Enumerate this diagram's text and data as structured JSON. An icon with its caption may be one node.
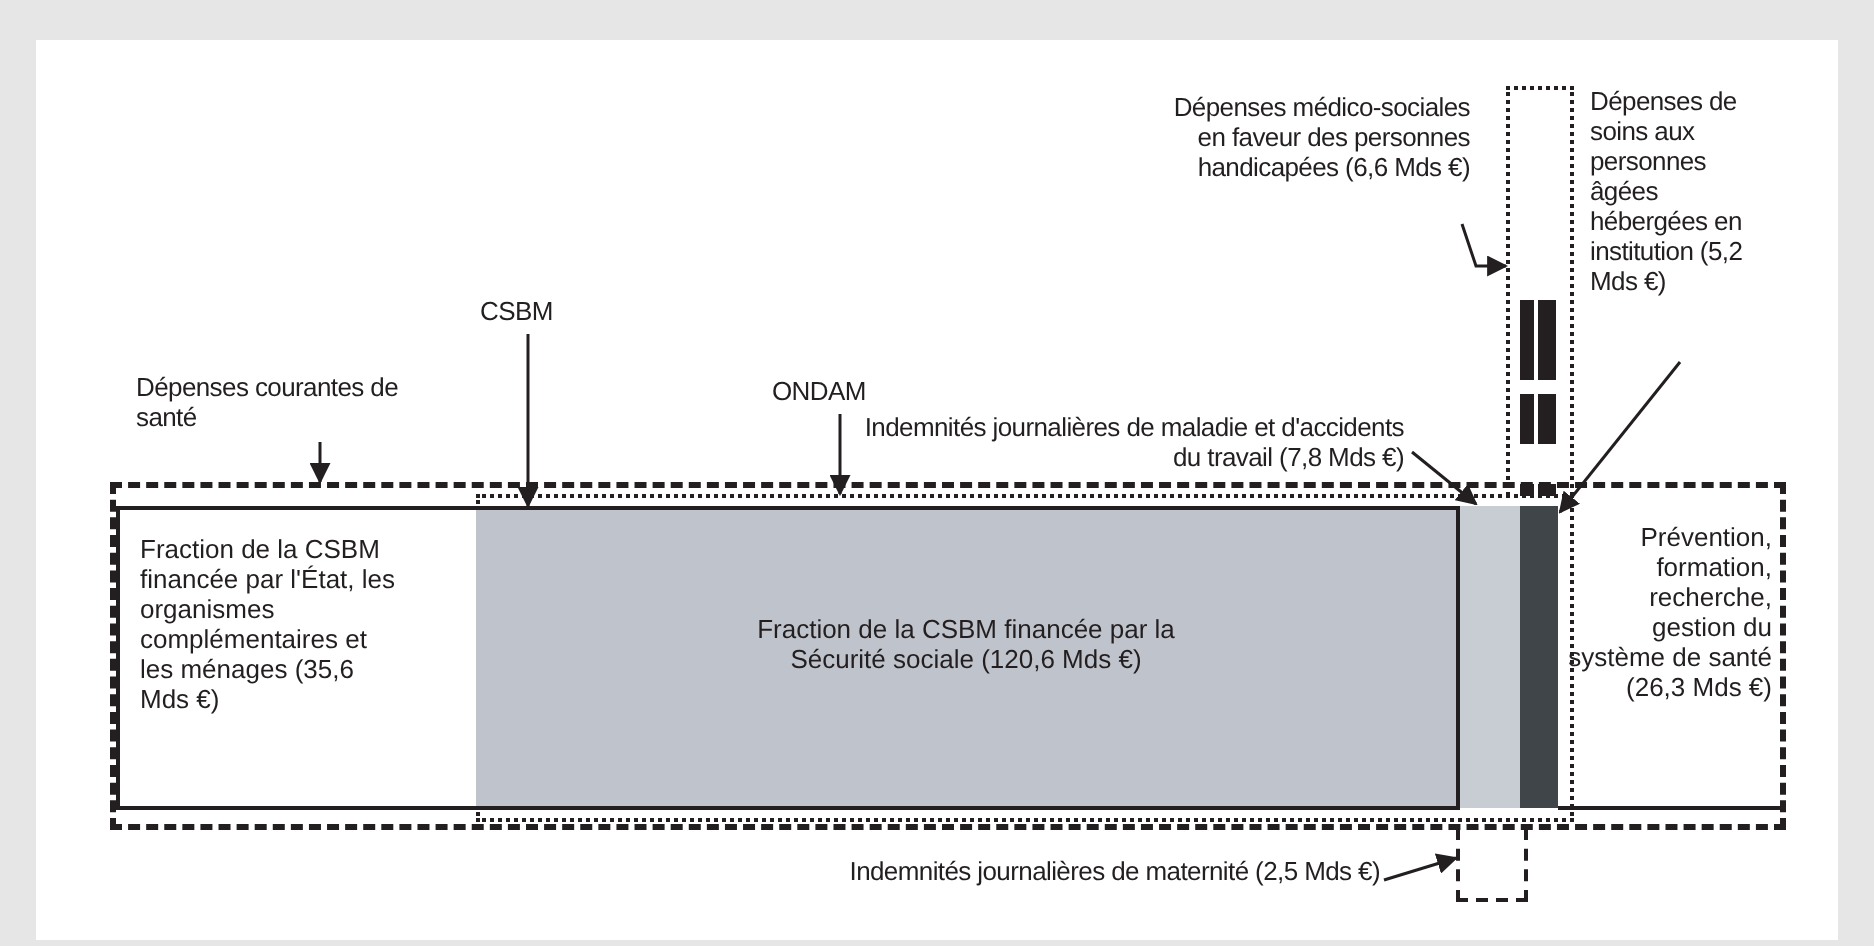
{
  "diagram": {
    "nodes": [
      {
        "text": [
          "Dépenses courantes de santé"
        ]
      },
      {
        "text": [
          "CSBM"
        ]
      },
      {
        "text": [
          "ONDAM"
        ]
      },
      {
        "text": [
          "Dépenses médico-sociales en faveur des personnes handicapées (6,6 Mds €)"
        ]
      },
      {
        "text": [
          "Dépenses de soins aux personnes âgées hébergées en institution (5,2 Mds €)"
        ]
      },
      {
        "text": [
          "Indemnités journalières de maladie et d'accidents du travail (7,8 Mds €)"
        ]
      },
      {
        "text": [
          "Indemnités journalières de maternité (2,5 Mds €)"
        ]
      },
      {
        "text": [],
        "shape": "box"
      },
      {
        "text": [],
        "shape": "box",
        "in": 7
      },
      {
        "text": [],
        "shape": "box",
        "in": 7
      },
      {
        "text": [
          "Fraction de la CSBM financée par l'État, les organismes complémentaires et les ménages (35,6 Mds €)"
        ],
        "in": 8
      },
      {
        "text": [
          "Fraction de la CSBM financée par la Sécurité sociale (120,6 Mds €)"
        ],
        "in": 9
      },
      {
        "text": [],
        "shape": "bar",
        "in": 9
      },
      {
        "text": [],
        "shape": "bar",
        "in": 9
      },
      {
        "text": [],
        "shape": "box"
      },
      {
        "text": [
          "Prévention, formation, recherche, gestion du système de santé (26,3 Mds €)"
        ],
        "in": 7
      },
      {
        "text": [],
        "shape": "box"
      }
    ],
    "edges": [
      {
        "from": 0,
        "to": 7,
        "arrow": "to"
      },
      {
        "from": 1,
        "to": 8,
        "arrow": "to"
      },
      {
        "from": 2,
        "to": 9,
        "arrow": "to"
      },
      {
        "from": 3,
        "to": 14,
        "arrow": "to"
      },
      {
        "from": 4,
        "to": 13,
        "arrow": "to"
      },
      {
        "from": 5,
        "to": 12,
        "arrow": "to"
      },
      {
        "from": 6,
        "to": 16,
        "arrow": "to"
      }
    ]
  }
}
